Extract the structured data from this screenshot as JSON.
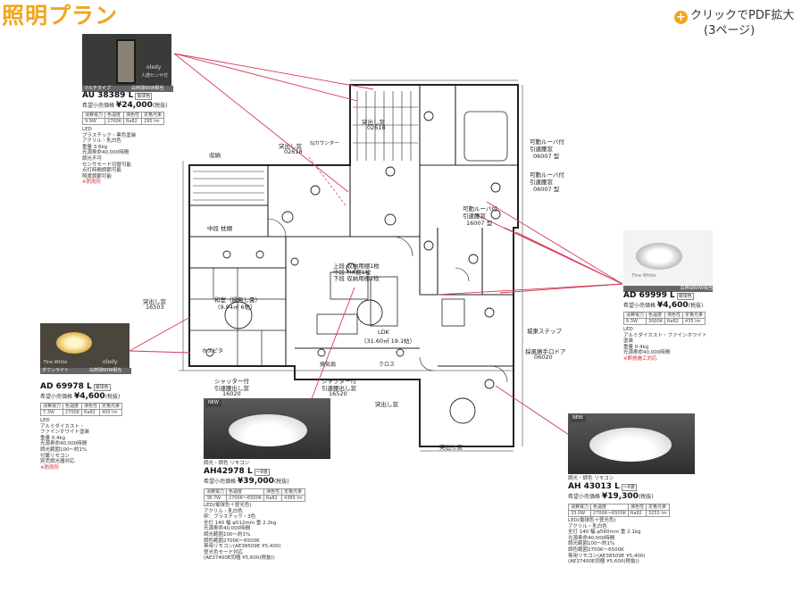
{
  "page": {
    "title": "照明プラン",
    "pdf_link": {
      "line1": "クリックでPDF拡大",
      "line2": "(3ページ)"
    }
  },
  "colors": {
    "accent": "#f2a51e",
    "leader": "#d33a55",
    "plan_line": "#222222"
  },
  "plan_labels": {
    "closet": "収納",
    "rooms": [
      {
        "text": "突出し窓"
      },
      {
        "text": "02618"
      },
      {
        "text": "突出し窓"
      },
      {
        "text": "02618"
      },
      {
        "text": "可動ルーバ付"
      },
      {
        "text": "引違腰窓"
      },
      {
        "text": "06007 型"
      },
      {
        "text": "可動ルーバ付"
      },
      {
        "text": "引違腰窓"
      },
      {
        "text": "06007 型"
      },
      {
        "text": "中段 枕棚"
      },
      {
        "text": "上段 収納用棚1枚"
      },
      {
        "text": "中段 FIX棚1枚"
      },
      {
        "text": "下段 収納用棚2枚"
      },
      {
        "text": "可動ルーバ付"
      },
      {
        "text": "引違腰窓"
      },
      {
        "text": "16007 型"
      },
      {
        "text": "突出し窓"
      },
      {
        "text": "16503"
      },
      {
        "text": "和室（縁無し畳）"
      },
      {
        "text": "（9.94㎡ 6帖）"
      },
      {
        "text": "LDK"
      },
      {
        "text": "（31.60㎡ 19.1帖）"
      },
      {
        "text": "城東ステップ"
      },
      {
        "text": "採風勝手口ドア"
      },
      {
        "text": "06020"
      },
      {
        "text": "シャッター付"
      },
      {
        "text": "引違腰出し窓"
      },
      {
        "text": "16020"
      },
      {
        "text": "シャッター付"
      },
      {
        "text": "引違腰出し窓"
      },
      {
        "text": "16520"
      },
      {
        "text": "突出し窓"
      },
      {
        "text": "突出し窓"
      },
      {
        "text": "ホスピタ"
      },
      {
        "text": "換気扇"
      },
      {
        "text": "クロス"
      },
      {
        "text": "SJカウンター"
      }
    ]
  },
  "products": [
    {
      "id": "AU38389L",
      "type_note": "マルチタイプ",
      "badge": "人感センサ付",
      "brand": "oledy",
      "code": "AU 38389 L",
      "code_tag": "電球色",
      "equiv": "白熱球60W相当",
      "price_label": "希望小売価格",
      "price": "¥24,000",
      "tax_note": "(税抜)",
      "spec_rows": [
        [
          "消費電力",
          "色温度",
          "演色性",
          "定格光束"
        ],
        [
          "9.9W",
          "2700K",
          "Ra82",
          "295 lm"
        ]
      ],
      "bullets": [
        "LED",
        "プラスチック・黒色塗装",
        "アクリル・乳白色",
        "重量 3.6kg",
        "光源寿命40,000時間",
        "調光不可",
        "センサモード切替可能",
        "点灯時間調節可能",
        "照度調節可能"
      ],
      "note": "※防雨形"
    },
    {
      "id": "AD69999L",
      "badge": "Fine White",
      "code": "AD 69999 L",
      "code_tag": "電球色",
      "equiv": "白熱球60W相当",
      "price_label": "希望小売価格",
      "price": "¥4,600",
      "tax_note": "(税抜)",
      "spec_rows": [
        [
          "消費電力",
          "色温度",
          "演色性",
          "定格光束"
        ],
        [
          "6.3W",
          "3000K",
          "Ra82",
          "435 lm"
        ]
      ],
      "bullets": [
        "LED",
        "アルミダイカスト・ファインホワイト塗装",
        "重量 0.4kg",
        "光源寿命40,000時間"
      ],
      "note": "※断熱施工対応"
    },
    {
      "id": "AD69978L",
      "type_note": "ダウンライト",
      "badge": "Fine White",
      "brand": "oledy",
      "code": "AD 69978 L",
      "code_tag": "電球色",
      "equiv": "白熱球60W相当",
      "price_label": "希望小売価格",
      "price": "¥4,600",
      "tax_note": "(税抜)",
      "spec_rows": [
        [
          "消費電力",
          "色温度",
          "演色性",
          "定格光束"
        ],
        [
          "7.3W",
          "2700K",
          "Ra82",
          "400 lm"
        ]
      ],
      "bullets": [
        "LED",
        "アルミダイカスト・",
        "ファインホワイト塗装",
        "重量 0.4kg",
        "光源寿命40,000時間",
        "調光範囲100〜約1%",
        "付属リモコン",
        "別売調光器対応"
      ],
      "note": "※防雨形"
    },
    {
      "id": "AH42978L",
      "new_tag": "NEW",
      "type_note": "調光・調色 リモコン",
      "code": "AH42978 L",
      "code_tag": "〜8畳",
      "price_label": "希望小売価格",
      "price": "¥39,000",
      "tax_note": "(税抜)",
      "spec_rows": [
        [
          "消費電力",
          "色温度",
          "演色性",
          "定格光束"
        ],
        [
          "38.7W",
          "2700K〜6500K",
          "Ra82",
          "4385 lm"
        ]
      ],
      "bullets": [
        "LED(電球色＋昼光色)",
        "アクリル・乳白色",
        "枠：プラスチック・3色",
        "全灯 140 幅 φ512mm 重 2.2kg",
        "光源寿命40,000時間",
        "調光範囲100〜約1%",
        "調色範囲2700K〜6500K",
        "専用リモコン(AE38509E ¥5,400)",
        "昼光色モード対応"
      ],
      "note": "(AE37400E同梱 ¥5,600(税抜))"
    },
    {
      "id": "AH43013L",
      "new_tag": "NEW",
      "type_note": "調光・調色 リモコン",
      "code": "AH 43013 L",
      "code_tag": "〜6畳",
      "price_label": "希望小売価格",
      "price": "¥19,300",
      "tax_note": "(税抜)",
      "spec_rows": [
        [
          "消費電力",
          "色温度",
          "演色性",
          "定格光束"
        ],
        [
          "33.0W",
          "2700K〜6500K",
          "Ra82",
          "3255 lm"
        ]
      ],
      "bullets": [
        "LED(電球色＋昼光色)",
        "アクリル・乳白色",
        "全灯 140 幅 φ560mm 重 2.1kg",
        "光源寿命40,000時間",
        "調光範囲100〜約1%",
        "調色範囲2700K〜6500K",
        "専用リモコン(AE38509E ¥5,400)"
      ],
      "note": "(AE37400E同梱 ¥5,600(税抜))"
    }
  ]
}
